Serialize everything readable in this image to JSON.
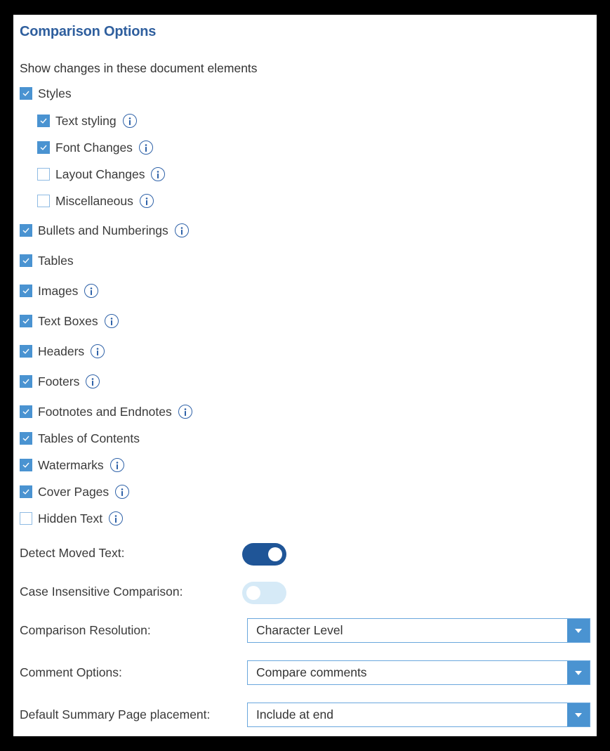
{
  "panel": {
    "title": "Comparison Options",
    "subtitle": "Show changes in these document elements"
  },
  "elements": [
    {
      "label": "Styles",
      "checked": true,
      "info": false,
      "indent": 0
    },
    {
      "label": "Text styling",
      "checked": true,
      "info": true,
      "indent": 1
    },
    {
      "label": "Font Changes",
      "checked": true,
      "info": true,
      "indent": 1
    },
    {
      "label": "Layout Changes",
      "checked": false,
      "info": true,
      "indent": 1
    },
    {
      "label": "Miscellaneous",
      "checked": false,
      "info": true,
      "indent": 1
    },
    {
      "label": "Bullets and Numberings",
      "checked": true,
      "info": true,
      "indent": 0
    },
    {
      "label": "Tables",
      "checked": true,
      "info": false,
      "indent": 0
    },
    {
      "label": "Images",
      "checked": true,
      "info": true,
      "indent": 0
    },
    {
      "label": "Text Boxes",
      "checked": true,
      "info": true,
      "indent": 0
    },
    {
      "label": "Headers",
      "checked": true,
      "info": true,
      "indent": 0
    },
    {
      "label": "Footers",
      "checked": true,
      "info": true,
      "indent": 0
    },
    {
      "label": "Footnotes and Endnotes",
      "checked": true,
      "info": true,
      "indent": 0
    },
    {
      "label": "Tables of Contents",
      "checked": true,
      "info": false,
      "indent": 0
    },
    {
      "label": "Watermarks",
      "checked": true,
      "info": true,
      "indent": 0
    },
    {
      "label": "Cover Pages",
      "checked": true,
      "info": true,
      "indent": 0
    },
    {
      "label": "Hidden Text",
      "checked": false,
      "info": true,
      "indent": 0
    }
  ],
  "toggles": [
    {
      "label": "Detect Moved Text:",
      "on": true
    },
    {
      "label": "Case Insensitive Comparison:",
      "on": false
    }
  ],
  "selects": [
    {
      "label": "Comparison Resolution:",
      "value": "Character Level"
    },
    {
      "label": "Comment Options:",
      "value": "Compare comments"
    },
    {
      "label": "Default Summary Page placement:",
      "value": "Include at end"
    }
  ],
  "icons": {
    "checkbox_checked": "check-icon",
    "info": "info-icon",
    "dropdown": "chevron-down-icon"
  },
  "colors": {
    "title": "#2f5f9e",
    "checkbox_fill": "#4a93d1",
    "toggle_on": "#1f5597",
    "toggle_off": "#d6eaf7",
    "dropdown_button": "#4a93d1"
  }
}
